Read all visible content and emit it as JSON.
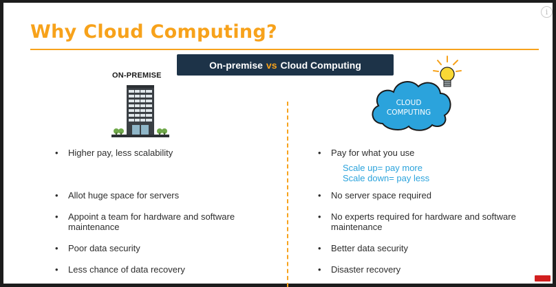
{
  "title": "Why Cloud Computing?",
  "banner": {
    "left": "On-premise",
    "vs": "vs",
    "right": "Cloud Computing"
  },
  "left_column": {
    "label": "ON-PREMISE",
    "bullets": [
      "Higher pay, less scalability",
      "Allot huge space for servers",
      "Appoint a team for hardware and software maintenance",
      "Poor data security",
      "Less chance of data recovery"
    ]
  },
  "right_column": {
    "cloud_line1": "CLOUD",
    "cloud_line2": "COMPUTING",
    "bullets": [
      "Pay for what you use",
      "No server space required",
      "No experts required for hardware and software maintenance",
      "Better data security",
      "Disaster recovery"
    ],
    "sub_lines": [
      "Scale up= pay more",
      "Scale down= pay less"
    ]
  },
  "colors": {
    "accent_orange": "#f7a21b",
    "banner_navy": "#1d3348",
    "cloud_blue": "#2ba3dc",
    "bulb_yellow": "#f9d835"
  },
  "icons": {
    "info": "info-icon",
    "building": "building-icon",
    "cloud": "cloud-icon",
    "bulb": "lightbulb-icon"
  },
  "info_glyph": "i"
}
